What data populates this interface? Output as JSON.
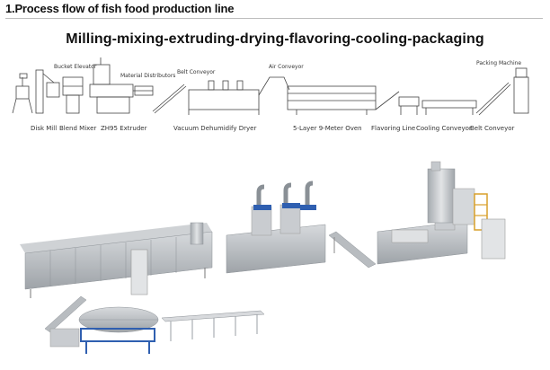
{
  "header": {
    "section_title": "1.Process flow of fish food production line",
    "flow_headline": "Milling-mixing-extruding-drying-flavoring-cooling-packaging"
  },
  "diagram": {
    "top_labels": {
      "bucket_elevator": "Bucket Elevator",
      "material_distributors": "Material Distributors",
      "belt_conveyor": "Belt Conveyor",
      "air_conveyor": "Air Conveyor",
      "packing_machine": "Packing Machine"
    },
    "bottom_labels": {
      "disk_mill": "Disk Mill",
      "blend_mixer": "Blend Mixer",
      "extruder": "ZH95 Extruder",
      "vacuum": "Vacuum Dehumidify Dryer",
      "oven": "5-Layer 9-Meter Oven",
      "flavoring": "Flavoring Line",
      "cooling": "Cooling Conveyor",
      "belt2": "Belt Conveyor"
    }
  },
  "photo": {
    "machine_colors": {
      "steel": "#b9bdc2",
      "frame_blue": "#2f5fb0"
    }
  }
}
